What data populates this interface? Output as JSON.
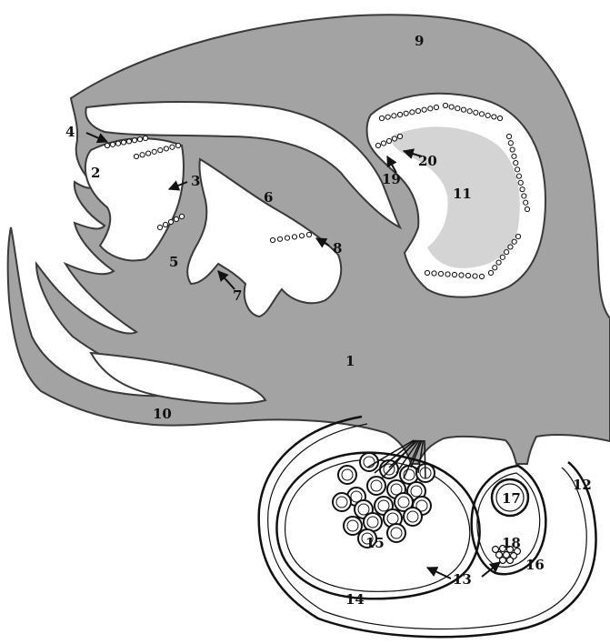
{
  "colors": {
    "tissue": "#a3a3a3",
    "outline": "#3a3a3a",
    "shade": "#d4d4d4",
    "ink": "#111111",
    "background": "#ffffff"
  },
  "labels": {
    "l1": "1",
    "l2": "2",
    "l3": "3",
    "l4": "4",
    "l5": "5",
    "l6": "6",
    "l7": "7",
    "l8": "8",
    "l9": "9",
    "l10": "10",
    "l11": "11",
    "l12": "12",
    "l13": "13",
    "l14": "14",
    "l15": "15",
    "l16": "16",
    "l17": "17",
    "l18": "18",
    "l19": "19",
    "l20": "20"
  }
}
